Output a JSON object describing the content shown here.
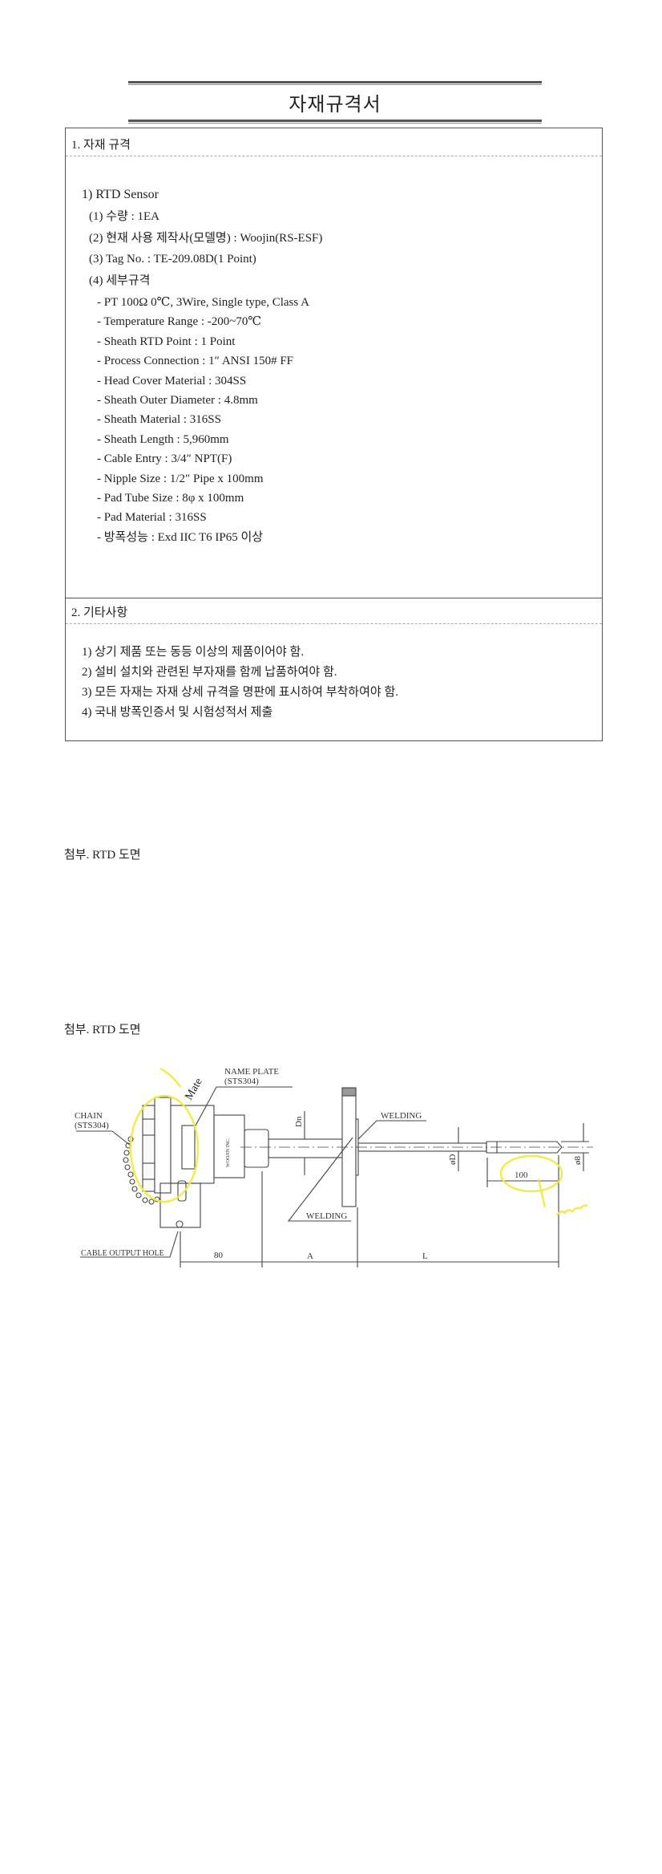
{
  "title": "자재규격서",
  "section1": {
    "heading": "1. 자재 규격",
    "item_title": "1) RTD Sensor",
    "items": [
      "(1) 수량 : 1EA",
      "(2) 현재 사용 제작사(모델명) : Woojin(RS-ESF)",
      "(3) Tag No. : TE-209.08D(1 Point)",
      "(4) 세부규격"
    ],
    "specs": [
      "- PT 100Ω 0℃, 3Wire, Single type, Class A",
      "- Temperature Range : -200~70℃",
      "- Sheath RTD Point : 1 Point",
      "- Process Connection : 1″ ANSI 150# FF",
      "- Head Cover Material : 304SS",
      "- Sheath Outer Diameter : 4.8mm",
      "- Sheath Material : 316SS",
      "- Sheath Length : 5,960mm",
      "- Cable Entry : 3/4″ NPT(F)",
      "- Nipple Size : 1/2″ Pipe x 100mm",
      "- Pad Tube Size : 8φ x 100mm",
      "- Pad Material : 316SS",
      "- 방폭성능 : Exd IIC T6 IP65 이상"
    ]
  },
  "section2": {
    "heading": "2. 기타사항",
    "items": [
      "1) 상기 제품 또는 동등 이상의 제품이어야 함.",
      "2) 설비 설치와 관련된 부자재를 함께 납품하여야 함.",
      "3) 모든 자재는 자재 상세 규격을 명판에 표시하여 부착하여야 함.",
      "4) 국내 방폭인증서 및 시험성적서 제출"
    ]
  },
  "attachment_label_1": "첨부. RTD 도면",
  "attachment_label_2": "첨부. RTD 도면",
  "drawing": {
    "name_plate": "NAME PLATE",
    "name_plate_mat": "(STS304)",
    "chain": "CHAIN",
    "chain_mat": "(STS304)",
    "cable_output_hole": "CABLE OUTPUT HOLE",
    "welding_1": "WELDING",
    "welding_2": "WELDING",
    "dn": "Dn",
    "od": "øD",
    "o8": "ø8",
    "dim_80": "80",
    "dim_a": "A",
    "dim_l": "L",
    "dim_100": "100",
    "plate_text": "WOOJIN INC.",
    "handwritten_1": "Mate",
    "handwritten_2": "com",
    "highlight_color": "#f2f03a"
  }
}
